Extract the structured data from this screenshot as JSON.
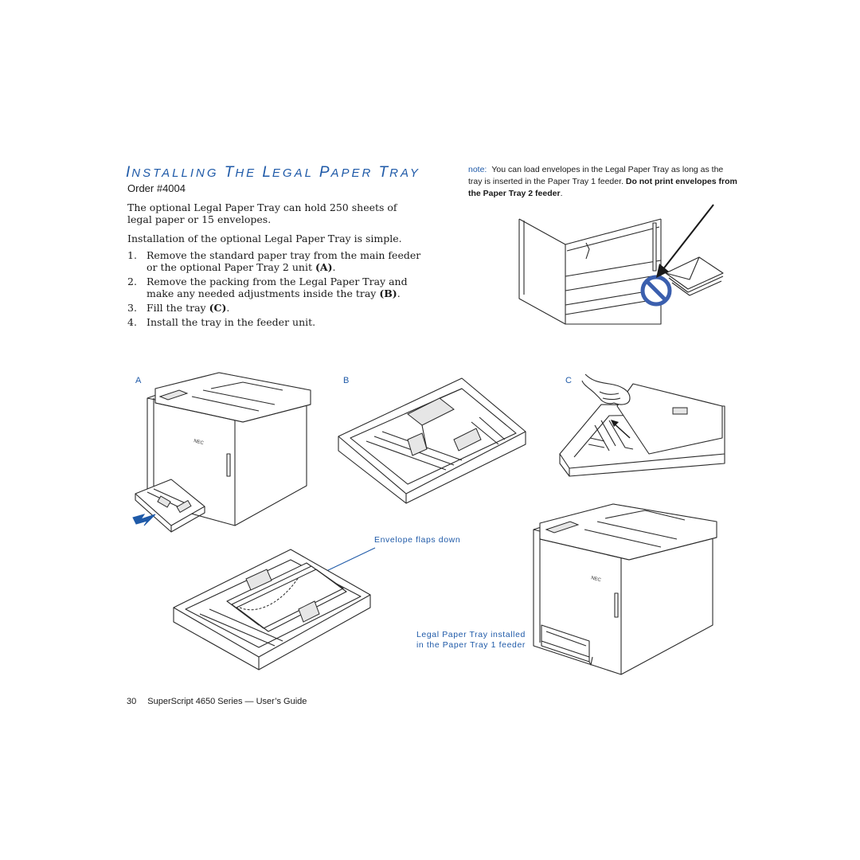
{
  "heading": {
    "parts": [
      {
        "cap": "I",
        "rest": "NSTALLING "
      },
      {
        "cap": "T",
        "rest": "HE "
      },
      {
        "cap": "L",
        "rest": "EGAL "
      },
      {
        "cap": "P",
        "rest": "APER "
      },
      {
        "cap": "T",
        "rest": "RAY"
      }
    ]
  },
  "order": "Order #4004",
  "paragraphs": {
    "p1": "The optional Legal Paper Tray can hold 250 sheets of legal paper or 15 envelopes.",
    "p2": "Installation of the optional Legal Paper Tray is simple."
  },
  "steps": [
    {
      "num": "1.",
      "text": "Remove the standard paper tray from the main feeder or the optional Paper Tray 2 unit ",
      "ref": "(A)",
      "end": "."
    },
    {
      "num": "2.",
      "text": "Remove the packing from the Legal Paper Tray and make any needed adjustments inside the tray ",
      "ref": "(B)",
      "end": "."
    },
    {
      "num": "3.",
      "text": "Fill the tray ",
      "ref": "(C)",
      "end": "."
    },
    {
      "num": "4.",
      "text": "Install the tray in the feeder unit.",
      "ref": "",
      "end": ""
    }
  ],
  "note": {
    "label": "note:",
    "text": "You can load envelopes in the Legal Paper Tray as long as the tray is inserted in the Paper Tray 1 feeder.",
    "bold_text": "Do not print envelopes from the Paper Tray 2 feeder",
    "end": "."
  },
  "figures": {
    "a_label": "A",
    "b_label": "B",
    "c_label": "C",
    "envelope_caption": "Envelope flaps down",
    "installed_caption_line1": "Legal Paper Tray installed",
    "installed_caption_line2": "in the Paper Tray 1 feeder",
    "printer_badge": "NEC"
  },
  "footer": {
    "page_number": "30",
    "title": "SuperScript 4650 Series — User’s Guide"
  },
  "colors": {
    "accent_blue": "#1f5aa8",
    "text": "#1a1a1a",
    "prohibition": "#3b5fae"
  },
  "icons": [
    "prohibition-icon",
    "pull-arrow-icon",
    "pointer-arrow-icon"
  ]
}
